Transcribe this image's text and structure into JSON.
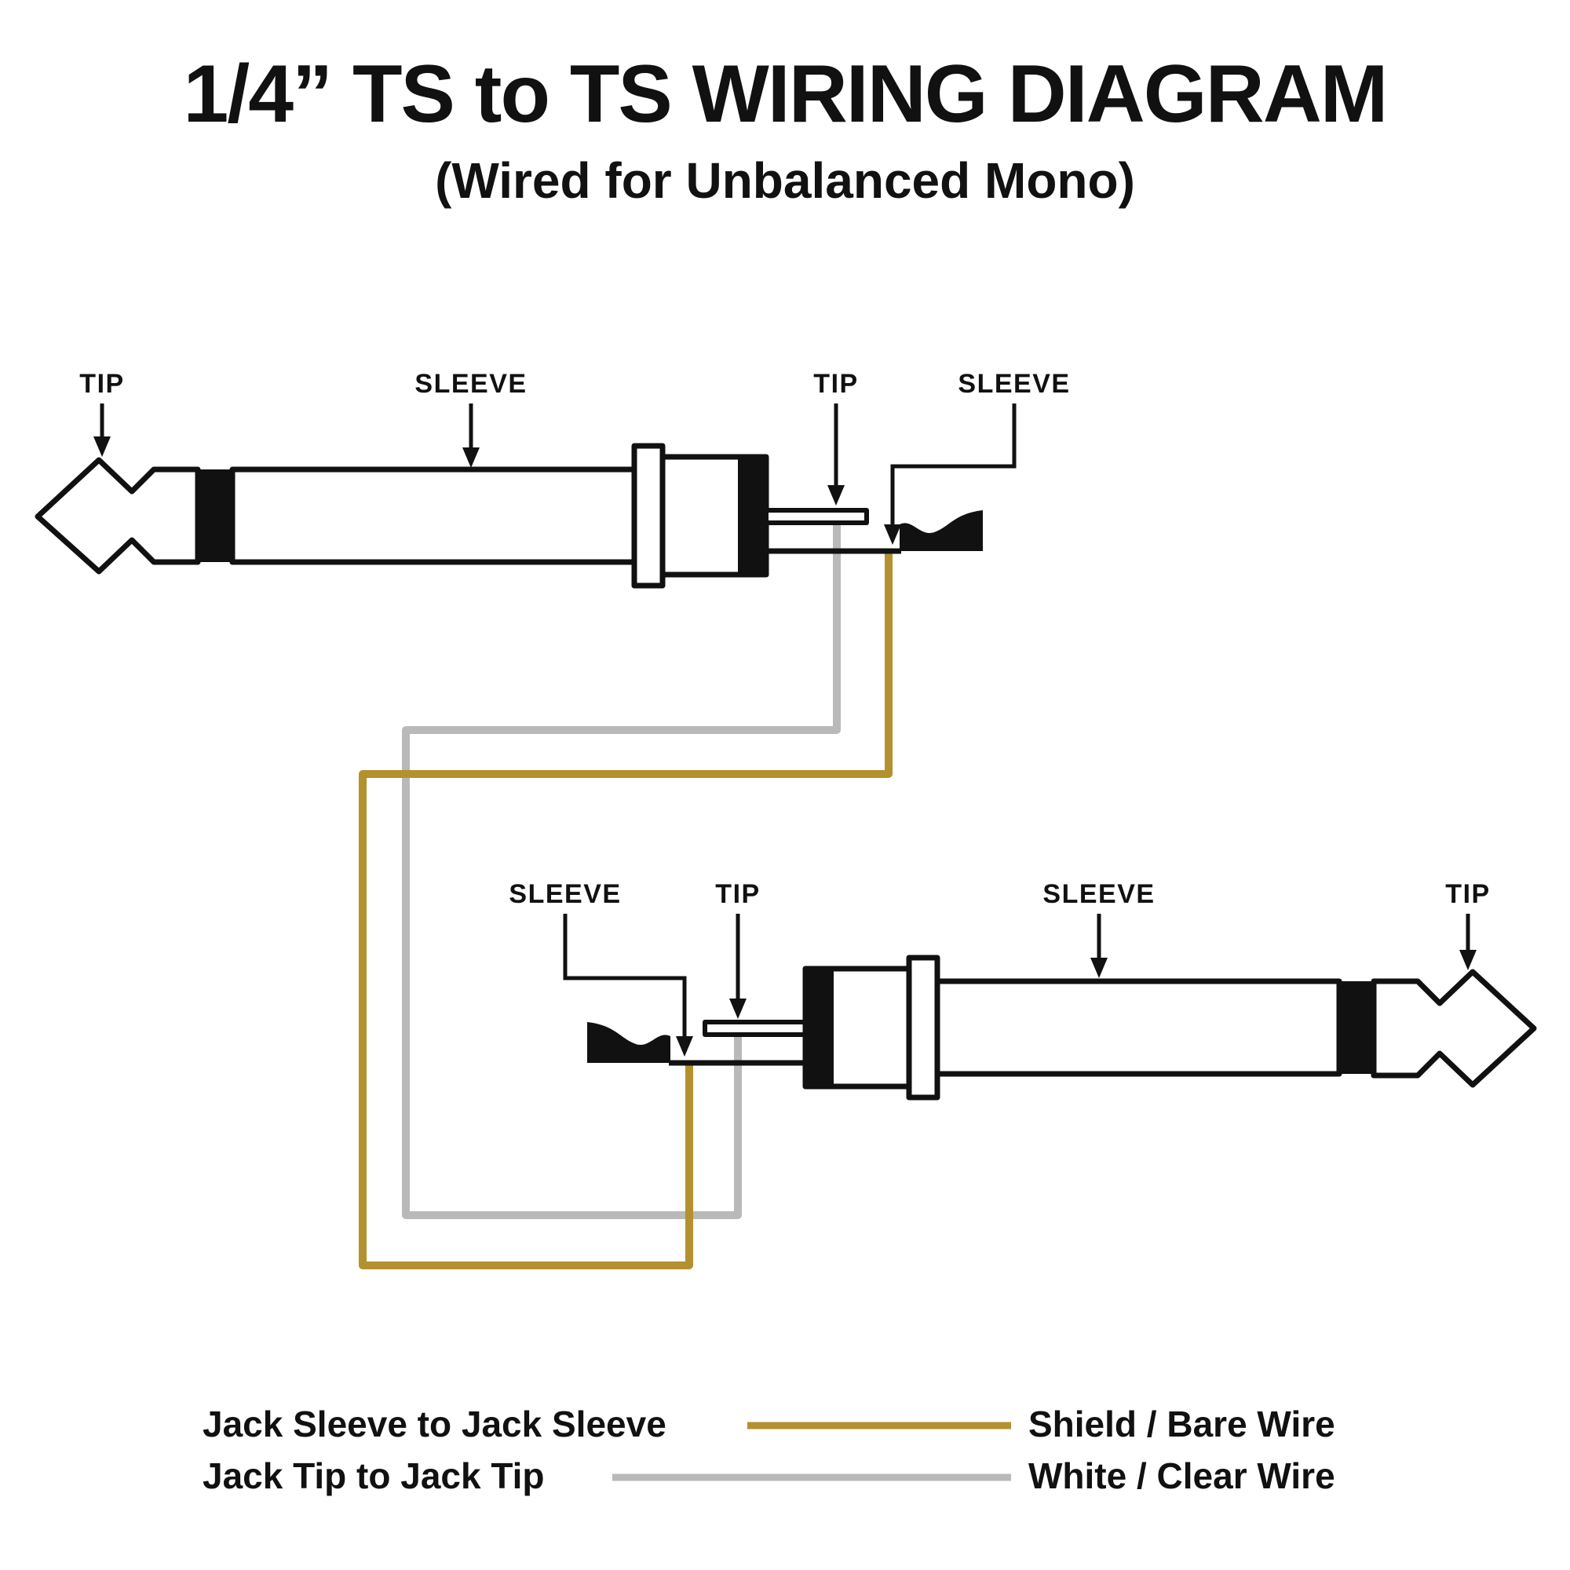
{
  "title": "1/4” TS to TS WIRING DIAGRAM",
  "subtitle": "(Wired for Unbalanced Mono)",
  "colors": {
    "ink": "#111111",
    "shield_wire": "#B3912F",
    "clear_wire": "#B9B9B9"
  },
  "top_plug": {
    "tip_label": "TIP",
    "sleeve_label": "SLEEVE",
    "tip_terminal_label": "TIP",
    "sleeve_terminal_label": "SLEEVE"
  },
  "bottom_plug": {
    "sleeve_terminal_label": "SLEEVE",
    "tip_terminal_label": "TIP",
    "sleeve_label": "SLEEVE",
    "tip_label": "TIP"
  },
  "legend": {
    "rows": [
      {
        "connection": "Jack Sleeve to Jack Sleeve",
        "wire": "Shield / Bare Wire",
        "color": "#B3912F"
      },
      {
        "connection": "Jack Tip to Jack Tip",
        "wire": "White / Clear Wire",
        "color": "#B9B9B9"
      }
    ]
  }
}
